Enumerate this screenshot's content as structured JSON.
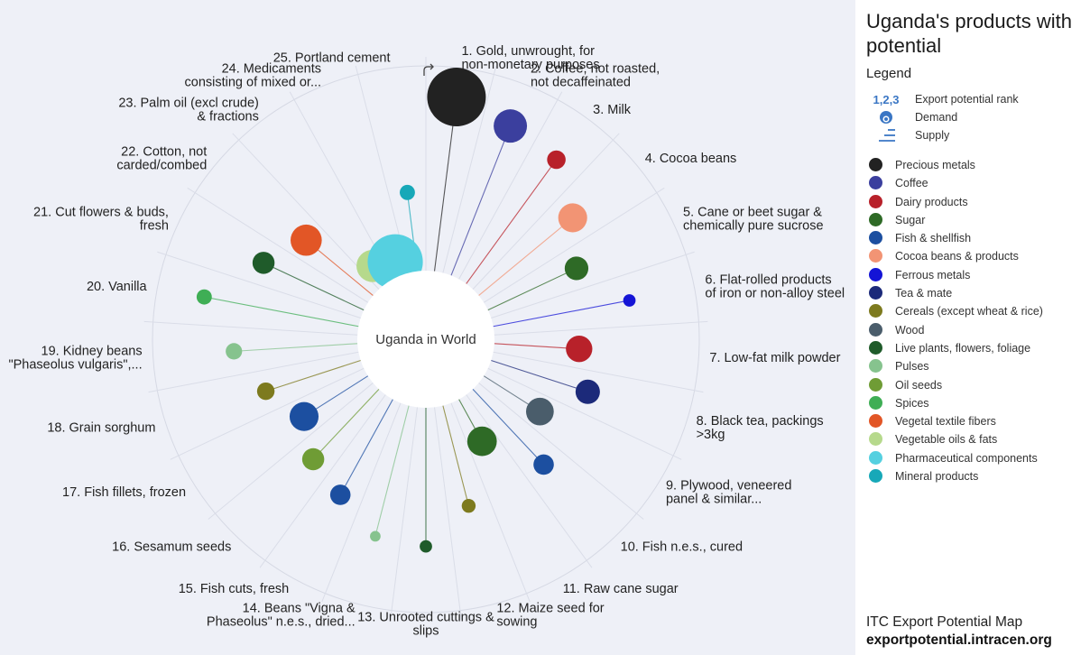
{
  "center_label": "Uganda in World",
  "panel": {
    "title": "Uganda's products with potential",
    "legend_heading": "Legend",
    "key_rank_glyph": "1,2,3",
    "key_rank": "Export potential rank",
    "key_demand": "Demand",
    "key_supply": "Supply",
    "footer_line1": "ITC Export Potential Map",
    "footer_line2": "exportpotential.intracen.org"
  },
  "categories": [
    {
      "name": "Precious metals",
      "color": "#222222"
    },
    {
      "name": "Coffee",
      "color": "#3b3f9e"
    },
    {
      "name": "Dairy products",
      "color": "#b8212a"
    },
    {
      "name": "Sugar",
      "color": "#2e6a26"
    },
    {
      "name": "Fish & shellfish",
      "color": "#1c4fa0"
    },
    {
      "name": "Cocoa beans & products",
      "color": "#f29474"
    },
    {
      "name": "Ferrous metals",
      "color": "#1414d6"
    },
    {
      "name": "Tea & mate",
      "color": "#1c2a7a"
    },
    {
      "name": "Cereals (except wheat & rice)",
      "color": "#7d7a1e"
    },
    {
      "name": "Wood",
      "color": "#4a5d6b"
    },
    {
      "name": "Live plants, flowers, foliage",
      "color": "#1f5b2a"
    },
    {
      "name": "Pulses",
      "color": "#86c38e"
    },
    {
      "name": "Oil seeds",
      "color": "#6f9c35"
    },
    {
      "name": "Spices",
      "color": "#3fae55"
    },
    {
      "name": "Vegetal textile fibers",
      "color": "#e25626"
    },
    {
      "name": "Vegetable oils & fats",
      "color": "#b6d98c"
    },
    {
      "name": "Pharmaceutical components",
      "color": "#55d0e0"
    },
    {
      "name": "Mineral products",
      "color": "#17a8b8"
    }
  ],
  "chart_data": {
    "type": "radial",
    "title": "Uganda's products with potential",
    "products": [
      {
        "rank": 1,
        "label": [
          "1. Gold, unwrought, for",
          "non-monetary purposes"
        ],
        "category": "Precious metals",
        "demand": 1.0,
        "supply": 0.92
      },
      {
        "rank": 2,
        "label": [
          "2. Coffee, not roasted,",
          "not decaffeinated"
        ],
        "category": "Coffee",
        "demand": 0.3,
        "supply": 0.84
      },
      {
        "rank": 3,
        "label": [
          "3. Milk"
        ],
        "category": "Dairy products",
        "demand": 0.08,
        "supply": 0.8
      },
      {
        "rank": 4,
        "label": [
          "4. Cocoa beans"
        ],
        "category": "Cocoa beans & products",
        "demand": 0.22,
        "supply": 0.63
      },
      {
        "rank": 5,
        "label": [
          "5. Cane or beet sugar &",
          "chemically pure sucrose"
        ],
        "category": "Sugar",
        "demand": 0.14,
        "supply": 0.5
      },
      {
        "rank": 6,
        "label": [
          "6. Flat-rolled products",
          "of iron or non-alloy steel"
        ],
        "category": "Ferrous metals",
        "demand": 0.03,
        "supply": 0.72
      },
      {
        "rank": 7,
        "label": [
          "7. Low-fat milk powder"
        ],
        "category": "Dairy products",
        "demand": 0.18,
        "supply": 0.43
      },
      {
        "rank": 8,
        "label": [
          "8. Black tea, packings",
          ">3kg"
        ],
        "category": "Tea & mate",
        "demand": 0.15,
        "supply": 0.52
      },
      {
        "rank": 9,
        "label": [
          "9. Plywood, veneered",
          "panel & similar..."
        ],
        "category": "Wood",
        "demand": 0.2,
        "supply": 0.33
      },
      {
        "rank": 10,
        "label": [
          "10. Fish n.e.s., cured"
        ],
        "category": "Fish & shellfish",
        "demand": 0.1,
        "supply": 0.53
      },
      {
        "rank": 11,
        "label": [
          "11. Raw cane sugar"
        ],
        "category": "Sugar",
        "demand": 0.23,
        "supply": 0.23
      },
      {
        "rank": 12,
        "label": [
          "12. Maize seed for",
          "sowing"
        ],
        "category": "Cereals (except wheat & rice)",
        "demand": 0.04,
        "supply": 0.53
      },
      {
        "rank": 13,
        "label": [
          "13. Unrooted cuttings &",
          "slips"
        ],
        "category": "Live plants, flowers, foliage",
        "demand": 0.03,
        "supply": 0.72
      },
      {
        "rank": 14,
        "label": [
          "14. Beans \"Vigna &",
          "Phaseolus\" n.e.s., dried..."
        ],
        "category": "Pulses",
        "demand": 0.02,
        "supply": 0.7
      },
      {
        "rank": 15,
        "label": [
          "15. Fish cuts, fresh"
        ],
        "category": "Fish & shellfish",
        "demand": 0.1,
        "supply": 0.56
      },
      {
        "rank": 16,
        "label": [
          "16. Sesamum seeds"
        ],
        "category": "Oil seeds",
        "demand": 0.12,
        "supply": 0.49
      },
      {
        "rank": 17,
        "label": [
          "17. Fish fillets, frozen"
        ],
        "category": "Fish & shellfish",
        "demand": 0.22,
        "supply": 0.38
      },
      {
        "rank": 18,
        "label": [
          "18. Grain sorghum"
        ],
        "category": "Cereals (except wheat & rice)",
        "demand": 0.07,
        "supply": 0.51
      },
      {
        "rank": 19,
        "label": [
          "19. Kidney beans",
          "\"Phaseolus vulgaris\",..."
        ],
        "category": "Pulses",
        "demand": 0.06,
        "supply": 0.64
      },
      {
        "rank": 20,
        "label": [
          "20. Vanilla"
        ],
        "category": "Spices",
        "demand": 0.05,
        "supply": 0.82
      },
      {
        "rank": 21,
        "label": [
          "21. Cut flowers & buds,",
          "fresh"
        ],
        "category": "Live plants, flowers, foliage",
        "demand": 0.12,
        "supply": 0.57
      },
      {
        "rank": 22,
        "label": [
          "22. Cotton, not",
          "carded/combed"
        ],
        "category": "Vegetal textile fibers",
        "demand": 0.26,
        "supply": 0.44
      },
      {
        "rank": 23,
        "label": [
          "23. Palm oil (excl crude)",
          "& fractions"
        ],
        "category": "Vegetable oils & fats",
        "demand": 0.28,
        "supply": 0.09
      },
      {
        "rank": 24,
        "label": [
          "24. Medicaments",
          "consisting of mixed or..."
        ],
        "category": "Pharmaceutical components",
        "demand": 0.88,
        "supply": 0.05
      },
      {
        "rank": 25,
        "label": [
          "25. Portland cement"
        ],
        "category": "Mineral products",
        "demand": 0.05,
        "supply": 0.4
      }
    ]
  }
}
